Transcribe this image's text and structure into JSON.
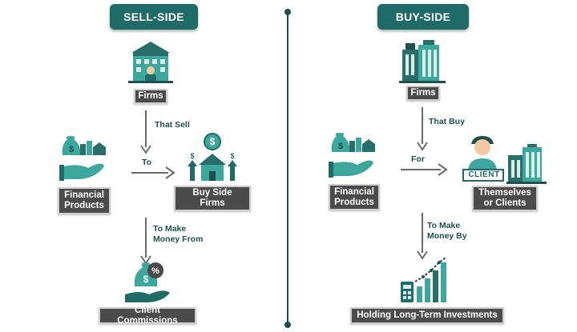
{
  "colors": {
    "teal": "#1f6b67",
    "teal_light": "#3ea79d",
    "arrow": "#6b6b6b",
    "label_bg": "#4b4b4b",
    "divider": "#1f4f4c"
  },
  "sell_side": {
    "title": "SELL-SIDE",
    "firms": "Firms",
    "that_sell": "That Sell",
    "financial_products": "Financial\nProducts",
    "to": "To",
    "buy_side_firms": "Buy Side\nFirms",
    "to_make_money_from": "To Make\nMoney From",
    "client_commissions": "Client Commissions"
  },
  "buy_side": {
    "title": "BUY-SIDE",
    "firms": "Firms",
    "that_buy": "That Buy",
    "financial_products": "Financial\nProducts",
    "for": "For",
    "themselves_or_clients": "Themselves\nor Clients",
    "client_badge": "CLIENT",
    "to_make_money_by": "To Make\nMoney By",
    "holding_long_term": "Holding Long-Term Investments"
  },
  "icons": {
    "sell_firm": "office-building-icon",
    "buy_firm": "skyscraper-building-icon",
    "financial_products": "money-bags-hand-icon",
    "buy_side_firms": "house-dollar-icon",
    "client_commissions": "percent-bag-hand-icon",
    "client": "client-person-icon",
    "investments": "growth-chart-icon"
  }
}
